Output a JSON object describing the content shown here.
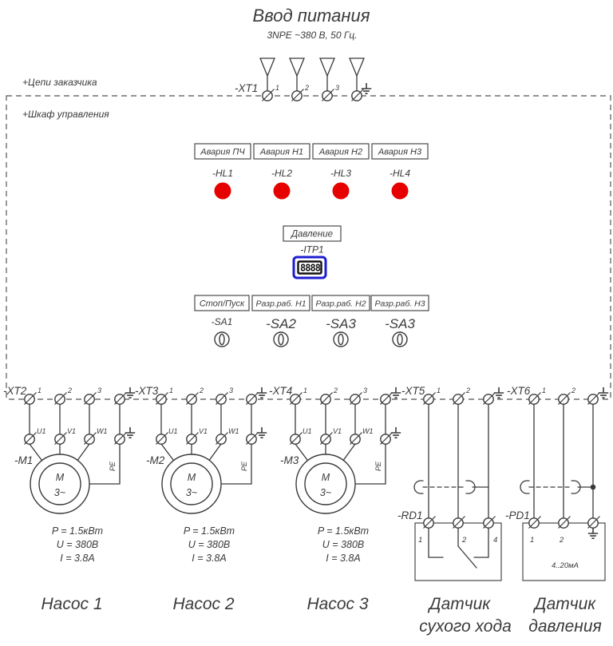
{
  "header": {
    "title": "Ввод питания",
    "subtitle": "3NPE ~380 В, 50 Гц."
  },
  "zones": {
    "customer": "+Цепи заказчика",
    "cabinet": "+Шкаф управления"
  },
  "term_nums": [
    "1",
    "2",
    "3"
  ],
  "xt1": {
    "label": "-XT1"
  },
  "lamps": {
    "color": "#e60000",
    "items": [
      {
        "label": "Авария ПЧ",
        "ref": "-HL1"
      },
      {
        "label": "Авария Н1",
        "ref": "-HL2"
      },
      {
        "label": "Авария Н2",
        "ref": "-HL3"
      },
      {
        "label": "Авария Н3",
        "ref": "-HL4"
      }
    ]
  },
  "pressure_display": {
    "label": "Давление",
    "ref": "-ITP1",
    "value": "8888",
    "frame_color": "#1d1dd0"
  },
  "switches": {
    "items": [
      {
        "label": "Стоп/Пуск",
        "ref": "-SA1"
      },
      {
        "label": "Разр.раб. Н1",
        "ref": "-SA2"
      },
      {
        "label": "Разр.раб. Н2",
        "ref": "-SA3"
      },
      {
        "label": "Разр.раб. Н3",
        "ref": "-SA3"
      }
    ]
  },
  "motor_common": {
    "symbol_top": "М",
    "symbol_bottom": "3~",
    "phases": [
      "U1",
      "V1",
      "W1"
    ],
    "pe": "PE",
    "specs": [
      "P = 1.5кВт",
      "U = 380В",
      "I = 3.8А"
    ]
  },
  "pumps": [
    {
      "xt": "-XT2",
      "motor": "-M1",
      "name": "Насос 1"
    },
    {
      "xt": "-XT3",
      "motor": "-M2",
      "name": "Насос 2"
    },
    {
      "xt": "-XT4",
      "motor": "-M3",
      "name": "Насос 3"
    }
  ],
  "dry_sensor": {
    "xt": "-XT5",
    "ref": "-RD1",
    "terminals": [
      "1",
      "2",
      "4"
    ],
    "name1": "Датчик",
    "name2": "сухого хода"
  },
  "pressure_sensor": {
    "xt": "-XT6",
    "ref": "-PD1",
    "terminals": [
      "1",
      "2"
    ],
    "signal": "4..20мА",
    "name1": "Датчик",
    "name2": "давления"
  }
}
